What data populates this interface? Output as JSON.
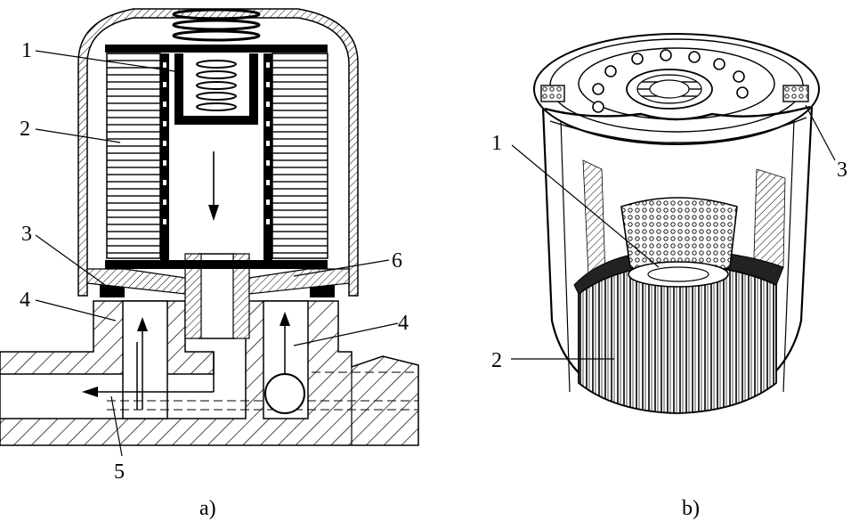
{
  "figure_a": {
    "caption": "a)",
    "callouts": [
      "1",
      "2",
      "3",
      "4",
      "4",
      "5",
      "6"
    ]
  },
  "figure_b": {
    "caption": "b)",
    "callouts": [
      "1",
      "2",
      "3"
    ]
  }
}
